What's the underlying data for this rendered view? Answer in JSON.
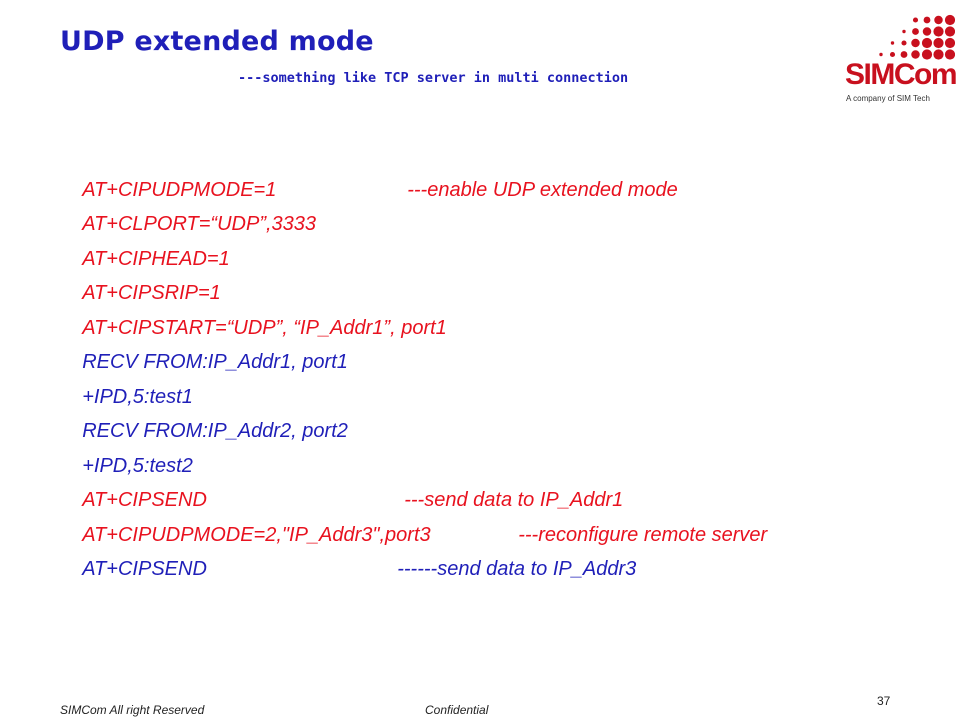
{
  "slide": {
    "title": "UDP extended mode",
    "subtitle": "---something like TCP server in multi connection"
  },
  "logo": {
    "wordmark": "SIMCom",
    "tagline": "A company of SIM Tech",
    "brand_color": "#c8101e"
  },
  "colors": {
    "red": "#e8121f",
    "blue": "#1f1fb8"
  },
  "lines": [
    {
      "cmd": "AT+CIPUDPMODE=1",
      "note": "---enable UDP extended mode",
      "color": "red"
    },
    {
      "cmd": "AT+CLPORT=“UDP”,3333",
      "note": "",
      "color": "red"
    },
    {
      "cmd": "AT+CIPHEAD=1",
      "note": "",
      "color": "red"
    },
    {
      "cmd": "AT+CIPSRIP=1",
      "note": "",
      "color": "red"
    },
    {
      "cmd": "AT+CIPSTART=“UDP”, “IP_Addr1”, port1",
      "note": "",
      "color": "red"
    },
    {
      "cmd": "RECV FROM:IP_Addr1, port1",
      "note": "",
      "color": "blue"
    },
    {
      "cmd": "+IPD,5:test1",
      "note": "",
      "color": "blue"
    },
    {
      "cmd": "RECV FROM:IP_Addr2, port2",
      "note": "",
      "color": "blue"
    },
    {
      "cmd": "+IPD,5:test2",
      "note": "",
      "color": "blue"
    },
    {
      "cmd": "AT+CIPSEND",
      "note": "---send data to IP_Addr1",
      "color": "red"
    },
    {
      "cmd": "AT+CIPUDPMODE=2,\"IP_Addr3\",port3",
      "note": "---reconfigure remote server",
      "color": "red"
    },
    {
      "cmd": "AT+CIPSEND",
      "note": "------send data to IP_Addr3",
      "color": "blue"
    }
  ],
  "footer": {
    "left": "SIMCom All right Reserved",
    "center": "Confidential",
    "page_number": "37"
  }
}
